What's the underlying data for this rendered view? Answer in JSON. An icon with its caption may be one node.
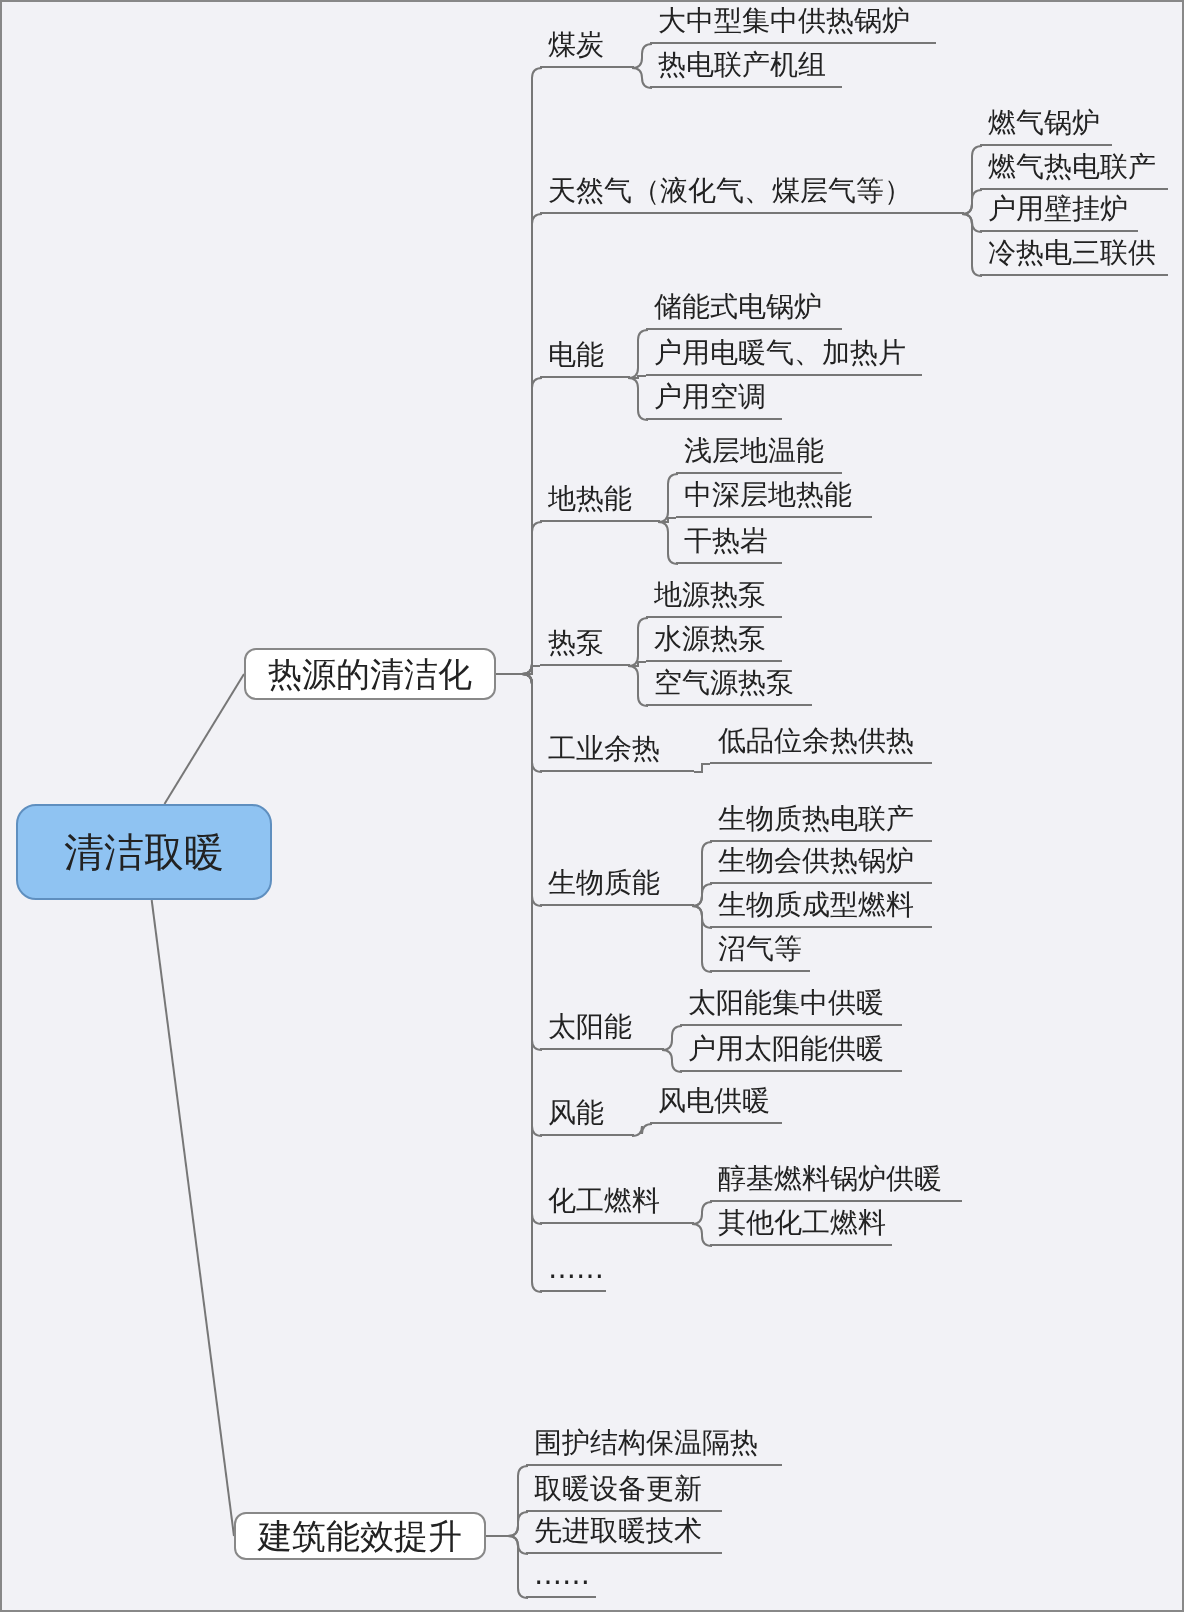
{
  "diagram": {
    "nodes": [
      {
        "text": [
          "清洁取暖"
        ]
      },
      {
        "text": [
          "热源的清洁化"
        ]
      },
      {
        "text": [
          "煤炭"
        ]
      },
      {
        "text": [
          "大中型集中供热锅炉"
        ]
      },
      {
        "text": [
          "热电联产机组"
        ]
      },
      {
        "text": [
          "天然气（液化气、煤层气等）"
        ]
      },
      {
        "text": [
          "燃气锅炉"
        ]
      },
      {
        "text": [
          "燃气热电联产"
        ]
      },
      {
        "text": [
          "户用壁挂炉"
        ]
      },
      {
        "text": [
          "冷热电三联供"
        ]
      },
      {
        "text": [
          "电能"
        ]
      },
      {
        "text": [
          "储能式电锅炉"
        ]
      },
      {
        "text": [
          "户用电暖气、加热片"
        ]
      },
      {
        "text": [
          "户用空调"
        ]
      },
      {
        "text": [
          "地热能"
        ]
      },
      {
        "text": [
          "浅层地温能"
        ]
      },
      {
        "text": [
          "中深层地热能"
        ]
      },
      {
        "text": [
          "干热岩"
        ]
      },
      {
        "text": [
          "热泵"
        ]
      },
      {
        "text": [
          "地源热泵"
        ]
      },
      {
        "text": [
          "水源热泵"
        ]
      },
      {
        "text": [
          "空气源热泵"
        ]
      },
      {
        "text": [
          "工业余热"
        ]
      },
      {
        "text": [
          "低品位余热供热"
        ]
      },
      {
        "text": [
          "生物质能"
        ]
      },
      {
        "text": [
          "生物质热电联产"
        ]
      },
      {
        "text": [
          "生物会供热锅炉"
        ]
      },
      {
        "text": [
          "生物质成型燃料"
        ]
      },
      {
        "text": [
          "沼气等"
        ]
      },
      {
        "text": [
          "太阳能"
        ]
      },
      {
        "text": [
          "太阳能集中供暖"
        ]
      },
      {
        "text": [
          "户用太阳能供暖"
        ]
      },
      {
        "text": [
          "风能"
        ]
      },
      {
        "text": [
          "风电供暖"
        ]
      },
      {
        "text": [
          "化工燃料"
        ]
      },
      {
        "text": [
          "醇基燃料锅炉供暖"
        ]
      },
      {
        "text": [
          "其他化工燃料"
        ]
      },
      {
        "text": [
          "……"
        ]
      },
      {
        "text": [
          "建筑能效提升"
        ]
      },
      {
        "text": [
          "围护结构保温隔热"
        ]
      },
      {
        "text": [
          "取暖设备更新"
        ]
      },
      {
        "text": [
          "先进取暖技术"
        ]
      },
      {
        "text": [
          "……"
        ]
      }
    ],
    "edges": [
      {
        "from": 0,
        "to": 1,
        "arrow": "none"
      },
      {
        "from": 0,
        "to": 38,
        "arrow": "none"
      },
      {
        "from": 1,
        "to": 2,
        "arrow": "none"
      },
      {
        "from": 1,
        "to": 5,
        "arrow": "none"
      },
      {
        "from": 1,
        "to": 10,
        "arrow": "none"
      },
      {
        "from": 1,
        "to": 14,
        "arrow": "none"
      },
      {
        "from": 1,
        "to": 18,
        "arrow": "none"
      },
      {
        "from": 1,
        "to": 22,
        "arrow": "none"
      },
      {
        "from": 1,
        "to": 24,
        "arrow": "none"
      },
      {
        "from": 1,
        "to": 29,
        "arrow": "none"
      },
      {
        "from": 1,
        "to": 32,
        "arrow": "none"
      },
      {
        "from": 1,
        "to": 34,
        "arrow": "none"
      },
      {
        "from": 1,
        "to": 37,
        "arrow": "none"
      },
      {
        "from": 2,
        "to": 3,
        "arrow": "none"
      },
      {
        "from": 2,
        "to": 4,
        "arrow": "none"
      },
      {
        "from": 5,
        "to": 6,
        "arrow": "none"
      },
      {
        "from": 5,
        "to": 7,
        "arrow": "none"
      },
      {
        "from": 5,
        "to": 8,
        "arrow": "none"
      },
      {
        "from": 5,
        "to": 9,
        "arrow": "none"
      },
      {
        "from": 10,
        "to": 11,
        "arrow": "none"
      },
      {
        "from": 10,
        "to": 12,
        "arrow": "none"
      },
      {
        "from": 10,
        "to": 13,
        "arrow": "none"
      },
      {
        "from": 14,
        "to": 15,
        "arrow": "none"
      },
      {
        "from": 14,
        "to": 16,
        "arrow": "none"
      },
      {
        "from": 14,
        "to": 17,
        "arrow": "none"
      },
      {
        "from": 18,
        "to": 19,
        "arrow": "none"
      },
      {
        "from": 18,
        "to": 20,
        "arrow": "none"
      },
      {
        "from": 18,
        "to": 21,
        "arrow": "none"
      },
      {
        "from": 22,
        "to": 23,
        "arrow": "none"
      },
      {
        "from": 24,
        "to": 25,
        "arrow": "none"
      },
      {
        "from": 24,
        "to": 26,
        "arrow": "none"
      },
      {
        "from": 24,
        "to": 27,
        "arrow": "none"
      },
      {
        "from": 24,
        "to": 28,
        "arrow": "none"
      },
      {
        "from": 29,
        "to": 30,
        "arrow": "none"
      },
      {
        "from": 29,
        "to": 31,
        "arrow": "none"
      },
      {
        "from": 32,
        "to": 33,
        "arrow": "none"
      },
      {
        "from": 34,
        "to": 35,
        "arrow": "none"
      },
      {
        "from": 34,
        "to": 36,
        "arrow": "none"
      },
      {
        "from": 38,
        "to": 39,
        "arrow": "none"
      },
      {
        "from": 38,
        "to": 40,
        "arrow": "none"
      },
      {
        "from": 38,
        "to": 41,
        "arrow": "none"
      },
      {
        "from": 38,
        "to": 42,
        "arrow": "none"
      }
    ]
  }
}
